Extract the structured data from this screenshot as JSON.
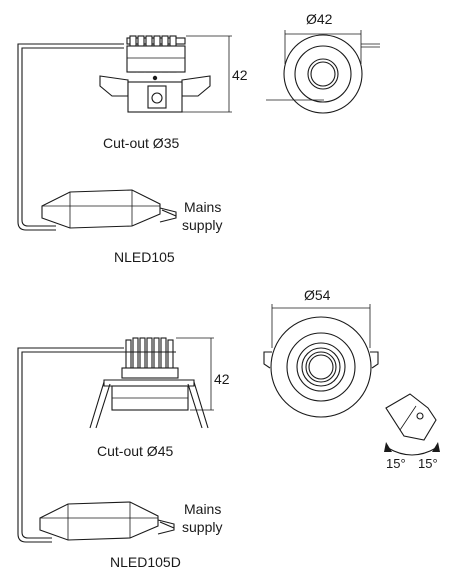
{
  "products": [
    {
      "model": "NLED105",
      "cutout_label": "Cut-out Ø35",
      "height_label": "42",
      "diameter_label": "Ø42",
      "driver_label_line1": "Mains",
      "driver_label_line2": "supply"
    },
    {
      "model": "NLED105D",
      "cutout_label": "Cut-out Ø45",
      "height_label": "42",
      "diameter_label": "Ø54",
      "driver_label_line1": "Mains",
      "driver_label_line2": "supply",
      "tilt_left_label": "15°",
      "tilt_right_label": "15°"
    }
  ]
}
